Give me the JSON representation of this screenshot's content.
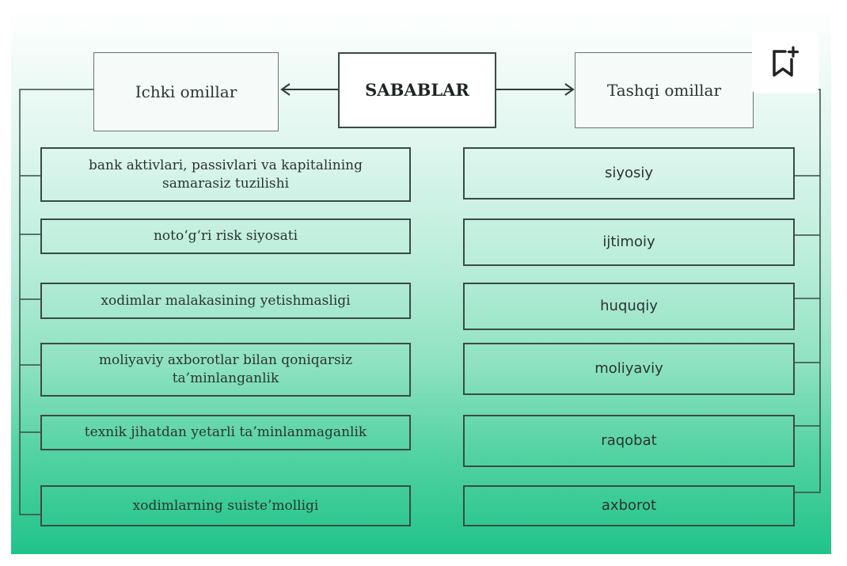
{
  "center": "SABABLAR",
  "left": {
    "title": "Ichki omillar",
    "items": [
      "bank aktivlari, passivlari va kapitalining samarasiz tuzilishi",
      "noto‘g‘ri risk siyosati",
      "xodimlar malakasining yetishmasligi",
      "moliyaviy axborotlar bilan qoniqarsiz ta’minlanganlik",
      "texnik jihatdan yetarli ta’minlanmaganlik",
      "xodimlarning suiste’molligi"
    ]
  },
  "right": {
    "title": "Tashqi omillar",
    "items": [
      "siyosiy",
      "ijtimoiy",
      "huquqiy",
      "moliyaviy",
      "raqobat",
      "axborot"
    ]
  },
  "icons": {
    "bookmark": "bookmark-add-icon"
  }
}
